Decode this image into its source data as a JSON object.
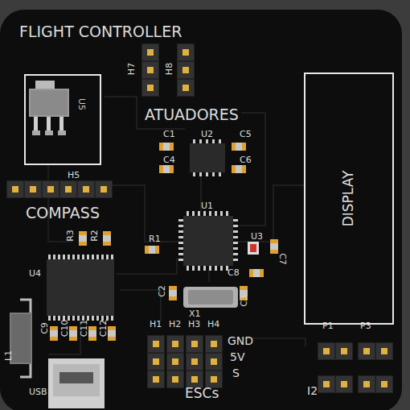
{
  "diagram": {
    "nodes": [
      {
        "text": [
          "U5"
        ]
      },
      {
        "text": [
          "DISPLAY"
        ]
      }
    ],
    "labels": [
      "FLIGHT CONTROLLER",
      "H7",
      "H8",
      "ATUADORES",
      "C1",
      "U2",
      "C5",
      "C4",
      "C6",
      "H5",
      "COMPASS",
      "U1",
      "R3",
      "R2",
      "R1",
      "U3",
      "C7",
      "C8",
      "U4",
      "C2",
      "C3",
      "X1",
      "C9",
      "C10",
      "C11",
      "C12",
      "H1",
      "H2",
      "H3",
      "H4",
      "GND",
      "5V",
      "S",
      "ESCs",
      "L1",
      "USB",
      "P1",
      "P3",
      "I2"
    ]
  }
}
